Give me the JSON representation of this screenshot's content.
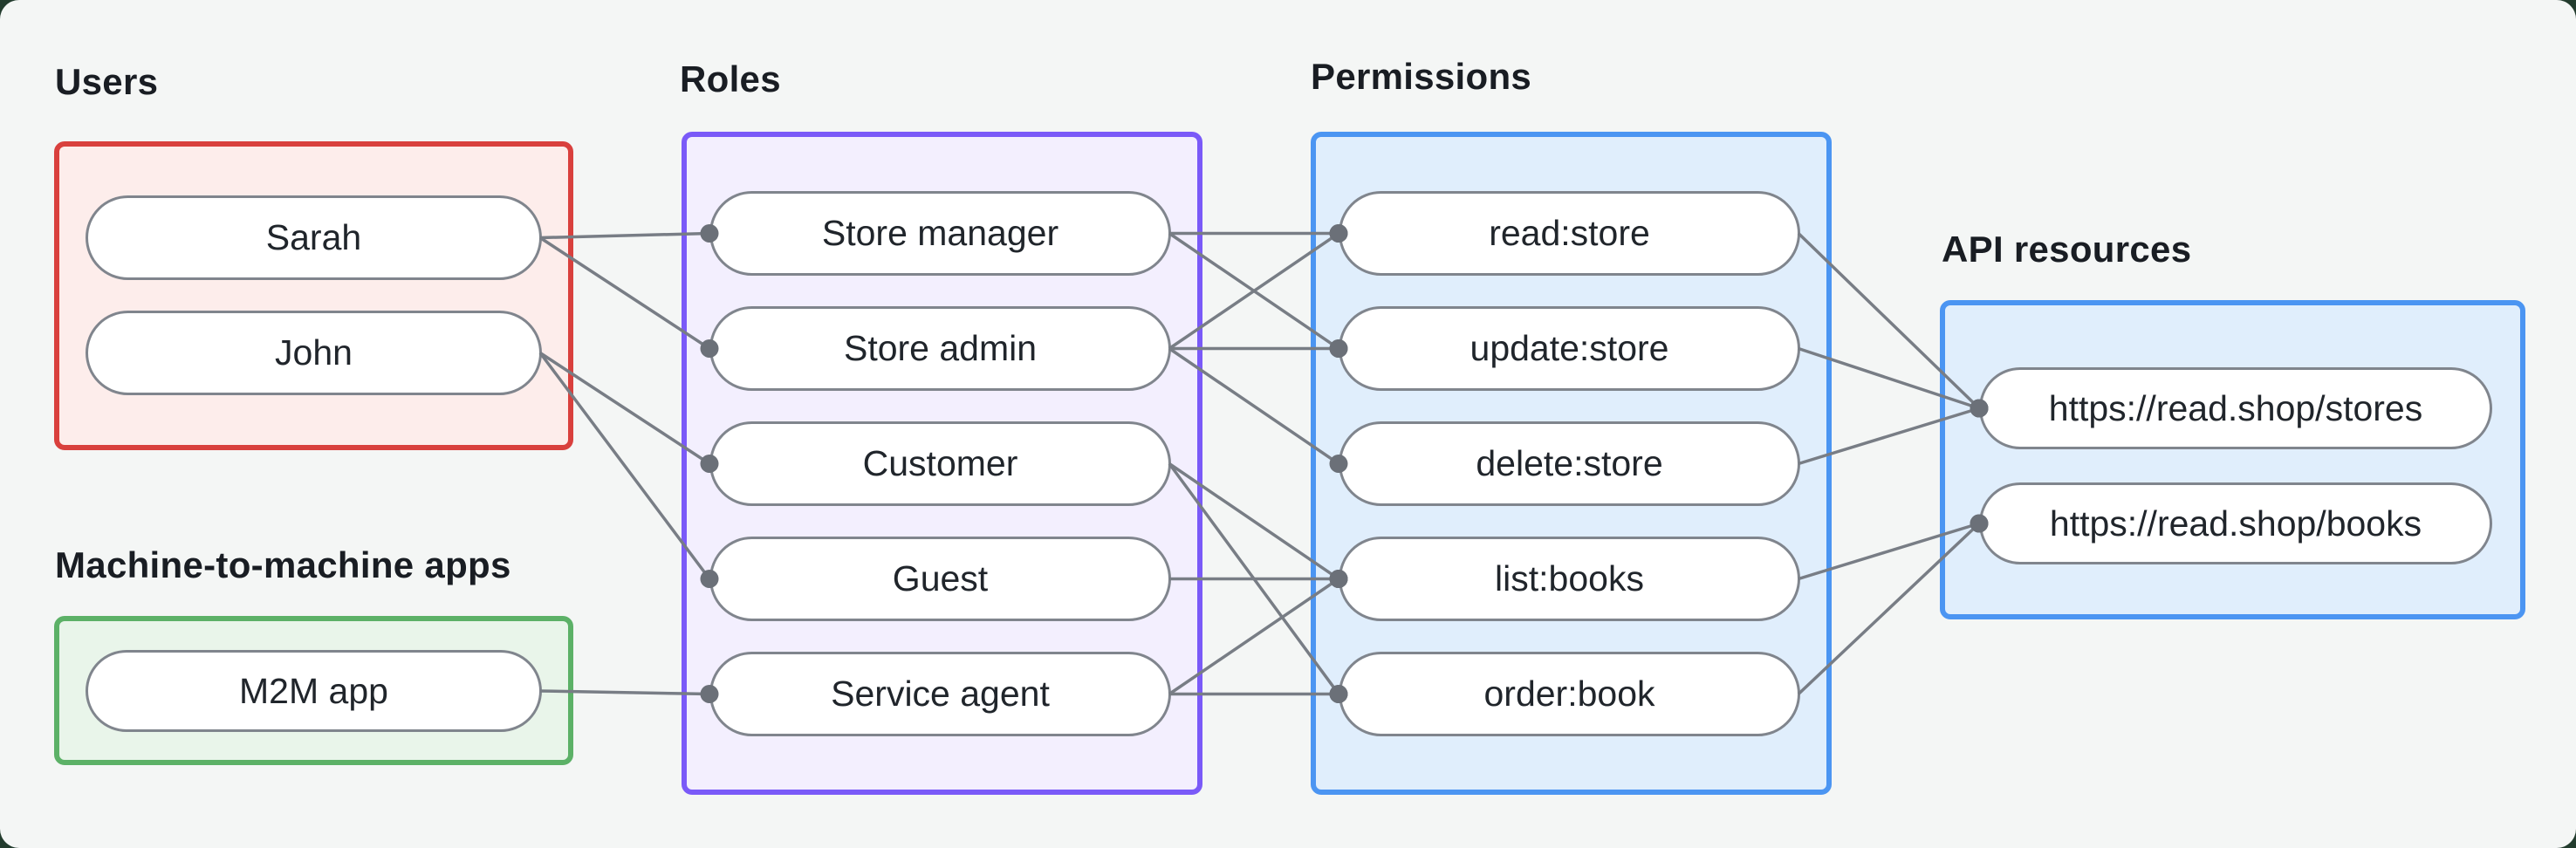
{
  "diagram": {
    "colors": {
      "canvas_background": "#f4f6f5",
      "outer_background": "#233c2e",
      "heading_text": "#191d23",
      "pill_text": "#20252b",
      "pill_fill": "#ffffff",
      "pill_border": "#80858d",
      "connection_line": "#787d85",
      "connection_dot": "#6b7078"
    },
    "sections": {
      "users": {
        "label": "Users",
        "border_color": "#d9403d",
        "fill_color": "#fdedeb",
        "items": [
          {
            "id": "sarah",
            "label": "Sarah"
          },
          {
            "id": "john",
            "label": "John"
          }
        ]
      },
      "m2m": {
        "label": "Machine-to-machine apps",
        "border_color": "#5cb167",
        "fill_color": "#e9f5ea",
        "items": [
          {
            "id": "m2m-app",
            "label": "M2M app"
          }
        ]
      },
      "roles": {
        "label": "Roles",
        "border_color": "#7a5af8",
        "fill_color": "#f3effe",
        "items": [
          {
            "id": "store-manager",
            "label": "Store manager"
          },
          {
            "id": "store-admin",
            "label": "Store admin"
          },
          {
            "id": "customer",
            "label": "Customer"
          },
          {
            "id": "guest",
            "label": "Guest"
          },
          {
            "id": "service-agent",
            "label": "Service agent"
          }
        ]
      },
      "permissions": {
        "label": "Permissions",
        "border_color": "#4b95f2",
        "fill_color": "#e0eefc",
        "items": [
          {
            "id": "read-store",
            "label": "read:store"
          },
          {
            "id": "update-store",
            "label": "update:store"
          },
          {
            "id": "delete-store",
            "label": "delete:store"
          },
          {
            "id": "list-books",
            "label": "list:books"
          },
          {
            "id": "order-book",
            "label": "order:book"
          }
        ]
      },
      "api": {
        "label": "API resources",
        "border_color": "#4b95f2",
        "fill_color": "#e0eefc",
        "items": [
          {
            "id": "stores",
            "label": "https://read.shop/stores"
          },
          {
            "id": "books",
            "label": "https://read.shop/books"
          }
        ]
      }
    },
    "connections": [
      {
        "from": "sarah",
        "to": "store-manager"
      },
      {
        "from": "sarah",
        "to": "store-admin"
      },
      {
        "from": "john",
        "to": "customer"
      },
      {
        "from": "john",
        "to": "guest"
      },
      {
        "from": "m2m-app",
        "to": "service-agent"
      },
      {
        "from": "store-manager",
        "to": "read-store"
      },
      {
        "from": "store-manager",
        "to": "update-store"
      },
      {
        "from": "store-admin",
        "to": "read-store"
      },
      {
        "from": "store-admin",
        "to": "update-store"
      },
      {
        "from": "store-admin",
        "to": "delete-store"
      },
      {
        "from": "customer",
        "to": "list-books"
      },
      {
        "from": "customer",
        "to": "order-book"
      },
      {
        "from": "guest",
        "to": "list-books"
      },
      {
        "from": "service-agent",
        "to": "list-books"
      },
      {
        "from": "service-agent",
        "to": "order-book"
      },
      {
        "from": "read-store",
        "to": "stores"
      },
      {
        "from": "update-store",
        "to": "stores"
      },
      {
        "from": "delete-store",
        "to": "stores"
      },
      {
        "from": "list-books",
        "to": "books"
      },
      {
        "from": "order-book",
        "to": "books"
      }
    ]
  }
}
